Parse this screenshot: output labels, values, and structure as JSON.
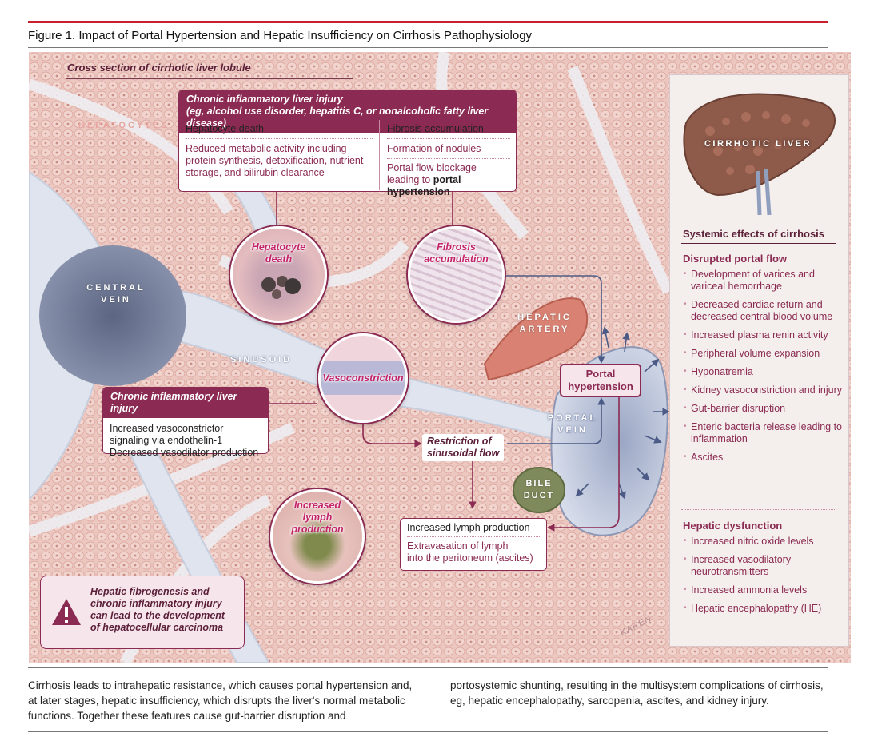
{
  "figure_title": "Figure 1. Impact of Portal Hypertension and Hepatic Insufficiency on Cirrhosis Pathophysiology",
  "cross_section_label": "Cross section of cirrhotic liver lobule",
  "anatomy": {
    "hepatocytes": "HEPATOCYTES",
    "central_vein_1": "CENTRAL",
    "central_vein_2": "VEIN",
    "sinusoid": "SINUSOID",
    "hepatic_artery_1": "HEPATIC",
    "hepatic_artery_2": "ARTERY",
    "portal_vein_1": "PORTAL",
    "portal_vein_2": "VEIN",
    "bile_duct_1": "BILE",
    "bile_duct_2": "DUCT",
    "cirrhotic_liver": "CIRRHOTIC LIVER"
  },
  "top_box": {
    "title": "Chronic inflammatory liver injury",
    "subtitle": "(eg, alcohol use disorder, hepatitis C, or nonalcoholic fatty liver disease)",
    "left": {
      "heading": "Hepatocyte death",
      "text": "Reduced metabolic activity including protein synthesis, detoxification, nutrient storage, and bilirubin clearance"
    },
    "right": {
      "heading": "Fibrosis accumulation",
      "item1": "Formation of nodules",
      "item2_a": "Portal flow blockage leading to ",
      "item2_b": "portal hypertension"
    }
  },
  "circles": {
    "hepatocyte_death_1": "Hepatocyte",
    "hepatocyte_death_2": "death",
    "fibrosis_1": "Fibrosis",
    "fibrosis_2": "accumulation",
    "vasoconstriction": "Vasoconstriction",
    "lymph_1": "Increased",
    "lymph_2": "lymph",
    "lymph_3": "production"
  },
  "mid_box": {
    "title": "Chronic inflammatory liver injury",
    "line1": "Increased vasoconstrictor",
    "line2": "signaling via endothelin-1",
    "line3": "Decreased vasodilator production"
  },
  "portal_hypertension": {
    "line1": "Portal",
    "line2": "hypertension"
  },
  "restriction": {
    "line1": "Restriction of",
    "line2": "sinusoidal flow"
  },
  "lymph_box": {
    "heading": "Increased lymph production",
    "line1": "Extravasation of lymph",
    "line2": "into the peritoneum (ascites)"
  },
  "warning": {
    "line1": "Hepatic fibrogenesis and",
    "line2": "chronic inflammatory injury",
    "line3": "can lead to the development",
    "line4": "of hepatocellular carcinoma"
  },
  "signature": "KAREN",
  "systemic": {
    "title": "Systemic effects of cirrhosis",
    "portal_heading": "Disrupted portal flow",
    "portal_items": [
      "Development of varices and variceal hemorrhage",
      "Decreased cardiac return and decreased central blood volume",
      "Increased plasma renin activity",
      "Peripheral volume expansion",
      "Hyponatremia",
      "Kidney vasoconstriction and injury",
      "Gut-barrier disruption",
      "Enteric bacteria release leading to inflammation",
      "Ascites"
    ],
    "hepatic_heading": "Hepatic dysfunction",
    "hepatic_items": [
      "Increased nitric oxide levels",
      "Increased vasodilatory neurotransmitters",
      "Increased ammonia levels",
      "Hepatic encephalopathy (HE)"
    ]
  },
  "caption": {
    "left": "Cirrhosis leads to intrahepatic resistance, which causes portal hypertension and, at later stages, hepatic insufficiency, which disrupts the liver's normal metabolic functions. Together these features cause gut-barrier disruption and",
    "right": "portosystemic shunting, resulting in the multisystem complications of cirrhosis, eg, hepatic encephalopathy, sarcopenia, ascites, and kidney injury."
  },
  "colors": {
    "accent": "#8b2a52",
    "rule": "#c8202f",
    "tissue": "#e9c3bc",
    "vessel": "#dde3ee"
  }
}
